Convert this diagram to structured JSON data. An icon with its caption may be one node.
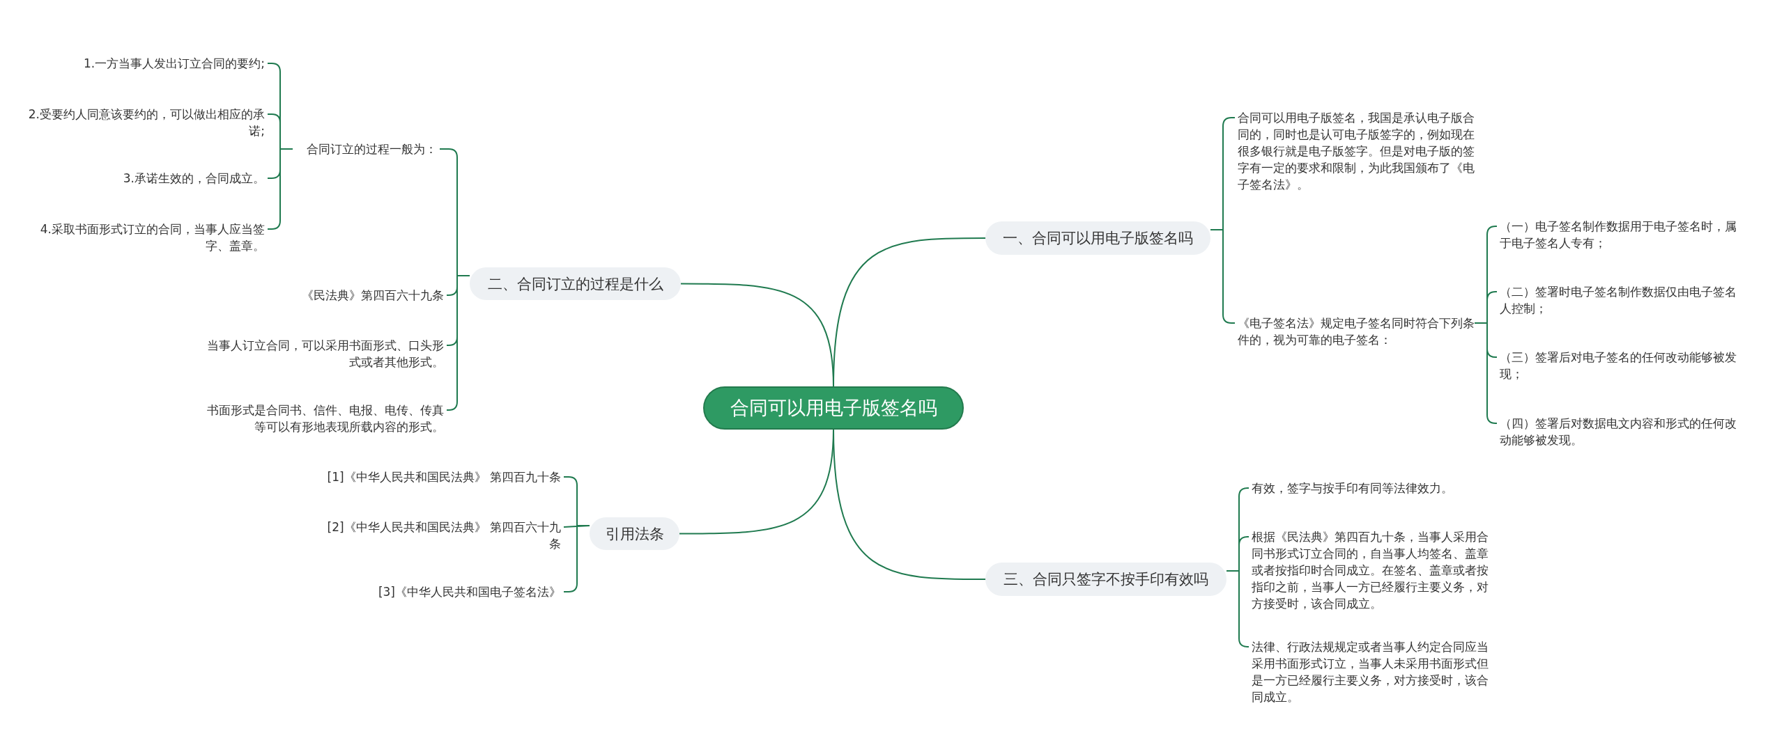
{
  "diagram": {
    "nodes": [
      {
        "text": [
          "合同可以用电子版签名吗"
        ]
      },
      {
        "text": [
          "一、合同可以用电子版签名吗"
        ]
      },
      {
        "text": [
          "合同可以用电子版签名，我国是承认电子版合同的，同时也是认可电子版签字的，例如现在很多银行就是电子版签字。但是对电子版的签字有一定的要求和限制，为此我国颁布了《电子签名法》。"
        ]
      },
      {
        "text": [
          "《电子签名法》规定电子签名同时符合下列条件的，视为可靠的电子签名："
        ]
      },
      {
        "text": [
          "（一）电子签名制作数据用于电子签名时，属于电子签名人专有；"
        ]
      },
      {
        "text": [
          "（二）签署时电子签名制作数据仅由电子签名人控制；"
        ]
      },
      {
        "text": [
          "（三）签署后对电子签名的任何改动能够被发现；"
        ]
      },
      {
        "text": [
          "（四）签署后对数据电文内容和形式的任何改动能够被发现。"
        ]
      },
      {
        "text": [
          "三、合同只签字不按手印有效吗"
        ]
      },
      {
        "text": [
          "有效，签字与按手印有同等法律效力。"
        ]
      },
      {
        "text": [
          "根据《民法典》第四百九十条，当事人采用合同书形式订立合同的，自当事人均签名、盖章或者按指印时合同成立。在签名、盖章或者按指印之前，当事人一方已经履行主要义务，对方接受时，该合同成立。"
        ]
      },
      {
        "text": [
          "法律、行政法规规定或者当事人约定合同应当采用书面形式订立，当事人未采用书面形式但是一方已经履行主要义务，对方接受时，该合同成立。"
        ]
      },
      {
        "text": [
          "二、合同订立的过程是什么"
        ]
      },
      {
        "text": [
          "合同订立的过程一般为："
        ]
      },
      {
        "text": [
          "1.一方当事人发出订立合同的要约;"
        ]
      },
      {
        "text": [
          "2.受要约人同意该要约的，可以做出相应的承诺;"
        ]
      },
      {
        "text": [
          "3.承诺生效的，合同成立。"
        ]
      },
      {
        "text": [
          "4.采取书面形式订立的合同，当事人应当签字、盖章。"
        ]
      },
      {
        "text": [
          "《民法典》第四百六十九条"
        ]
      },
      {
        "text": [
          "当事人订立合同，可以采用书面形式、口头形式或者其他形式。"
        ]
      },
      {
        "text": [
          "书面形式是合同书、信件、电报、电传、传真等可以有形地表现所载内容的形式。"
        ]
      },
      {
        "text": [
          "引用法条"
        ]
      },
      {
        "text": [
          "[1]《中华人民共和国民法典》 第四百九十条"
        ]
      },
      {
        "text": [
          "[2]《中华人民共和国民法典》 第四百六十九条"
        ]
      },
      {
        "text": [
          "[3]《中华人民共和国电子签名法》"
        ]
      }
    ],
    "edges": [
      {
        "from": 0,
        "to": 1,
        "arrow": "none"
      },
      {
        "from": 0,
        "to": 12,
        "arrow": "none"
      },
      {
        "from": 0,
        "to": 21,
        "arrow": "none"
      },
      {
        "from": 0,
        "to": 8,
        "arrow": "none"
      },
      {
        "from": 1,
        "to": 2,
        "arrow": "none"
      },
      {
        "from": 1,
        "to": 3,
        "arrow": "none"
      },
      {
        "from": 3,
        "to": 4,
        "arrow": "none"
      },
      {
        "from": 3,
        "to": 5,
        "arrow": "none"
      },
      {
        "from": 3,
        "to": 6,
        "arrow": "none"
      },
      {
        "from": 3,
        "to": 7,
        "arrow": "none"
      },
      {
        "from": 8,
        "to": 9,
        "arrow": "none"
      },
      {
        "from": 8,
        "to": 10,
        "arrow": "none"
      },
      {
        "from": 8,
        "to": 11,
        "arrow": "none"
      },
      {
        "from": 12,
        "to": 13,
        "arrow": "none"
      },
      {
        "from": 12,
        "to": 18,
        "arrow": "none"
      },
      {
        "from": 12,
        "to": 19,
        "arrow": "none"
      },
      {
        "from": 12,
        "to": 20,
        "arrow": "none"
      },
      {
        "from": 13,
        "to": 14,
        "arrow": "none"
      },
      {
        "from": 13,
        "to": 15,
        "arrow": "none"
      },
      {
        "from": 13,
        "to": 16,
        "arrow": "none"
      },
      {
        "from": 13,
        "to": 17,
        "arrow": "none"
      },
      {
        "from": 21,
        "to": 22,
        "arrow": "none"
      },
      {
        "from": 21,
        "to": 23,
        "arrow": "none"
      },
      {
        "from": 21,
        "to": 24,
        "arrow": "none"
      }
    ]
  }
}
